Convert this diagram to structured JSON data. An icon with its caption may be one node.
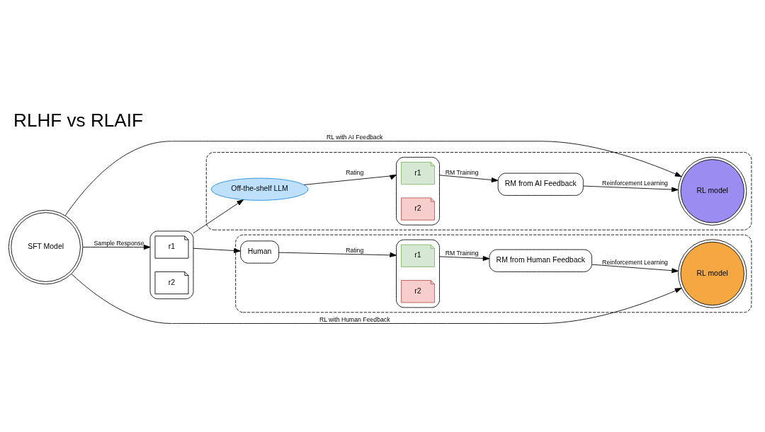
{
  "diagram": {
    "title": "RLHF vs RLAIF",
    "nodes": [
      {
        "text": [],
        "shape": "box"
      },
      {
        "text": [],
        "shape": "box"
      },
      {
        "text": [
          "SFT Model"
        ]
      },
      {
        "text": [],
        "shape": "box"
      },
      {
        "text": [
          "r1"
        ],
        "in": 3
      },
      {
        "text": [
          "r2"
        ],
        "in": 3
      },
      {
        "text": [
          "Off-the-shelf LLM"
        ],
        "in": 0
      },
      {
        "text": [],
        "shape": "box",
        "in": 0
      },
      {
        "text": [
          "r1"
        ],
        "in": 7
      },
      {
        "text": [
          "r2"
        ],
        "in": 7
      },
      {
        "text": [
          "RM from AI Feedback"
        ],
        "in": 0
      },
      {
        "text": [
          "RL model"
        ],
        "in": 0
      },
      {
        "text": [
          "Human"
        ],
        "in": 1
      },
      {
        "text": [],
        "shape": "box",
        "in": 1
      },
      {
        "text": [
          "r1"
        ],
        "in": 13
      },
      {
        "text": [
          "r2"
        ],
        "in": 13
      },
      {
        "text": [
          "RM from Human Feedback"
        ],
        "in": 1
      },
      {
        "text": [
          "RL model"
        ],
        "in": 1
      }
    ],
    "edges": [
      {
        "from": 2,
        "to": 3,
        "arrow": "to",
        "label": "Sample Response"
      },
      {
        "from": 3,
        "to": 6,
        "arrow": "to"
      },
      {
        "from": 3,
        "to": 12,
        "arrow": "to"
      },
      {
        "from": 6,
        "to": 7,
        "arrow": "to",
        "label": "Rating"
      },
      {
        "from": 7,
        "to": 10,
        "arrow": "to",
        "label": "RM Training"
      },
      {
        "from": 10,
        "to": 11,
        "arrow": "to",
        "label": "Reinforcement Learning"
      },
      {
        "from": 12,
        "to": 13,
        "arrow": "to",
        "label": "Rating"
      },
      {
        "from": 13,
        "to": 16,
        "arrow": "to",
        "label": "RM Training"
      },
      {
        "from": 16,
        "to": 17,
        "arrow": "to",
        "label": "Reinforcement Learning"
      },
      {
        "from": 2,
        "to": 11,
        "arrow": "to",
        "label": "RL with AI Feedback"
      },
      {
        "from": 2,
        "to": 17,
        "arrow": "to",
        "label": "RL with Human Feedback"
      }
    ]
  }
}
